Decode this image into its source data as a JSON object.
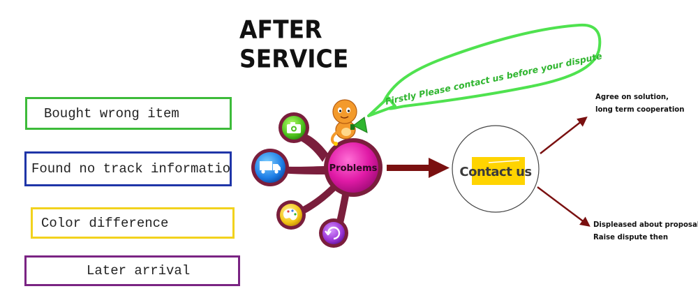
{
  "title": "AFTER SERVICE",
  "issues": [
    {
      "label": "Bought wrong item",
      "color": "#3dbb3a"
    },
    {
      "label": "Found no track information",
      "color": "#1f35a8"
    },
    {
      "label": "Color difference",
      "color": "#f2d21d"
    },
    {
      "label": "Later arrival",
      "color": "#7a2483"
    }
  ],
  "hub": {
    "label": "Problems",
    "color": "#e01aa6"
  },
  "speech_bubble": {
    "text": "Firstly  Please contact us before your dispute",
    "color": "#4fe24f"
  },
  "contact": {
    "label": "Contact us",
    "highlight": "#ffd400"
  },
  "outcomes": {
    "agree": {
      "line1": "Agree on solution,",
      "line2": "long term cooperation"
    },
    "displeased": {
      "line1": "Displeased about proposal",
      "line2": "Raise dispute then"
    }
  },
  "icons": [
    "camera-icon",
    "truck-icon",
    "palette-icon",
    "refresh-icon"
  ],
  "colors": {
    "arrow": "#7a1010",
    "branch": "#7a1e3c"
  }
}
